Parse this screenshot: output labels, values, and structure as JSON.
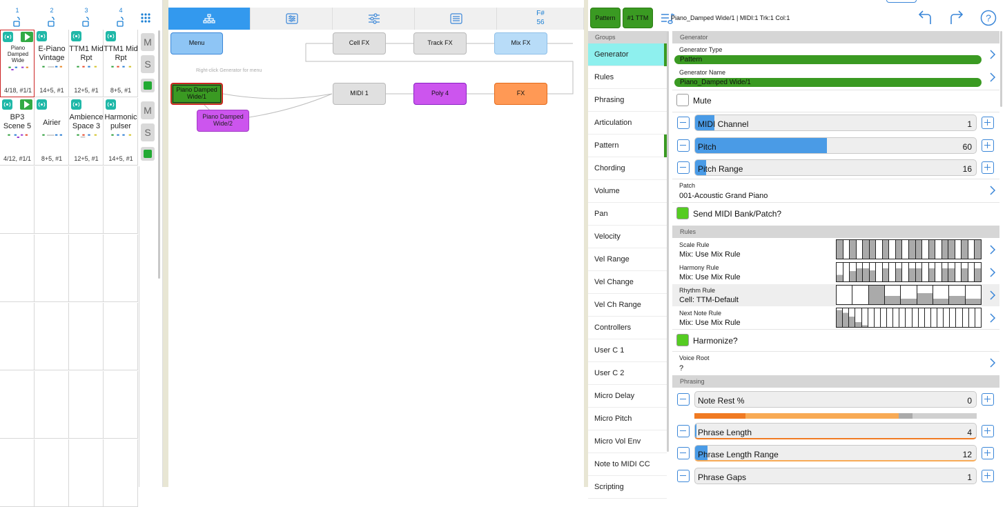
{
  "launcher": {
    "columns": [
      {
        "num": "1"
      },
      {
        "num": "2"
      },
      {
        "num": "3"
      },
      {
        "num": "4"
      }
    ],
    "row1": [
      {
        "name": "Piano Damped Wide",
        "foot": "4/18, #1/1",
        "selected": true,
        "has_play": true
      },
      {
        "name": "E-Piano Vintage",
        "foot": "14+5, #1"
      },
      {
        "name": "TTM1 Mid Rpt",
        "foot": "12+5, #1"
      },
      {
        "name": "TTM1 Mid Rpt",
        "foot": "8+5, #1"
      }
    ],
    "row2": [
      {
        "name": "BP3 Scene 5",
        "foot": "4/12, #1/1",
        "has_play": true
      },
      {
        "name": "Airier",
        "foot": "8+5, #1"
      },
      {
        "name": "Ambience Space 3",
        "foot": "12+5, #1"
      },
      {
        "name": "Harmonic pulser",
        "foot": "14+5, #1"
      }
    ],
    "mute_label": "M",
    "solo_label": "S"
  },
  "graph": {
    "tabs": [
      {
        "icon": "network-icon",
        "active": true
      },
      {
        "icon": "mixer-icon"
      },
      {
        "icon": "sliders-icon"
      },
      {
        "icon": "list-icon"
      },
      {
        "label_top": "F#",
        "label_bottom": "56"
      }
    ],
    "hint": "Right-click Generator for menu",
    "nodes": {
      "menu": "Menu",
      "cell_fx": "Cell FX",
      "track_fx": "Track FX",
      "mix_fx": "Mix FX",
      "gen1": "Piano Damped Wide/1",
      "gen2": "Piano Damped Wide/2",
      "midi1": "MIDI 1",
      "poly4": "Poly 4",
      "fx": "FX"
    }
  },
  "topbar": {
    "pattern_btn": "Pattern",
    "ttm_btn": "#1 TTM",
    "title": "Piano_Damped Wide/1 | MIDI:1 Trk:1 Col:1"
  },
  "groups": {
    "header": "Groups",
    "items": [
      "Generator",
      "Rules",
      "Phrasing",
      "Articulation",
      "Pattern",
      "Chording",
      "Volume",
      "Pan",
      "Velocity",
      "Vel Range",
      "Vel Change",
      "Vel Ch Range",
      "Controllers",
      "User C 1",
      "User C 2",
      "Micro Delay",
      "Micro Pitch",
      "Micro Vol Env",
      "Note to MIDI CC",
      "Scripting"
    ]
  },
  "detail": {
    "generator_hdr": "Generator",
    "gen_type_lbl": "Generator Type",
    "gen_type_val": "Pattern",
    "gen_name_lbl": "Generator Name",
    "gen_name_val": "Piano_Damped Wide/1",
    "mute": "Mute",
    "midi_channel": {
      "label": "MIDI Channel",
      "value": "1",
      "fraction": 0.07
    },
    "pitch": {
      "label": "Pitch",
      "value": "60",
      "fraction": 0.47
    },
    "pitch_range": {
      "label": "Pitch Range",
      "value": "16",
      "fraction": 0.04
    },
    "patch_lbl": "Patch",
    "patch_val": "001-Acoustic Grand Piano",
    "send_bank": "Send MIDI Bank/Patch?",
    "rules_hdr": "Rules",
    "scale_lbl": "Scale Rule",
    "scale_val": "Mix: Use Mix Rule",
    "harmony_lbl": "Harmony Rule",
    "harmony_val": "Mix: Use Mix Rule",
    "rhythm_lbl": "Rhythm Rule",
    "rhythm_val": "Cell: TTM-Default",
    "nextnote_lbl": "Next Note Rule",
    "nextnote_val": "Mix: Use Mix Rule",
    "harmonize": "Harmonize?",
    "voice_root_lbl": "Voice Root",
    "voice_root_val": "?",
    "phrasing_hdr": "Phrasing",
    "note_rest": {
      "label": "Note Rest %",
      "value": "0",
      "fraction": 0.0
    },
    "phrase_len": {
      "label": "Phrase Length",
      "value": "4",
      "fraction": 0.005
    },
    "phrase_len_range": {
      "label": "Phrase Length Range",
      "value": "12",
      "fraction": 0.045
    },
    "phrase_gaps": {
      "label": "Phrase Gaps",
      "value": "1",
      "fraction": 0.0
    }
  },
  "colors": {
    "accent": "#3399ee",
    "green": "#3a9a22",
    "purple": "#cc55ee",
    "orange": "#ff9955",
    "teal": "#8ef0ee"
  }
}
